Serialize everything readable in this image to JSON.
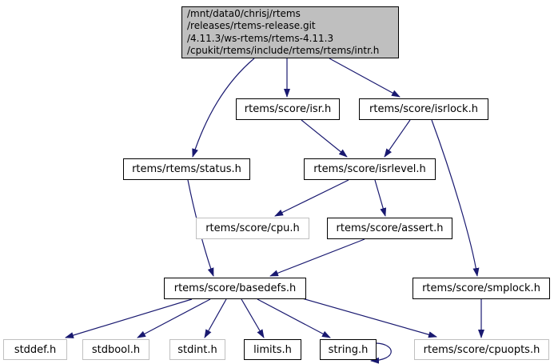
{
  "diagram": {
    "kind": "doxygen-include-dependency-graph",
    "root_file": "intr.h"
  },
  "colors": {
    "edge": "#191970",
    "root-fill": "#bfbfbf",
    "node-fill": "#ffffff",
    "border-documented": "#000000",
    "border-external": "#c0c0c0",
    "text": "#000000"
  },
  "nodes": [
    {
      "id": "intr",
      "label": "/mnt/data0/chrisj/rtems\n/releases/rtems-release.git\n/4.11.3/ws-rtems/rtems-4.11.3\n/cpukit/rtems/include/rtems/rtems/intr.h",
      "kind": "root"
    },
    {
      "id": "isr",
      "label": "rtems/score/isr.h",
      "kind": "documented"
    },
    {
      "id": "isrlock",
      "label": "rtems/score/isrlock.h",
      "kind": "documented"
    },
    {
      "id": "status",
      "label": "rtems/rtems/status.h",
      "kind": "documented"
    },
    {
      "id": "isrlevel",
      "label": "rtems/score/isrlevel.h",
      "kind": "documented"
    },
    {
      "id": "cpu",
      "label": "rtems/score/cpu.h",
      "kind": "external"
    },
    {
      "id": "assert",
      "label": "rtems/score/assert.h",
      "kind": "documented"
    },
    {
      "id": "basedefs",
      "label": "rtems/score/basedefs.h",
      "kind": "documented"
    },
    {
      "id": "smplock",
      "label": "rtems/score/smplock.h",
      "kind": "documented"
    },
    {
      "id": "stddef",
      "label": "stddef.h",
      "kind": "external"
    },
    {
      "id": "stdbool",
      "label": "stdbool.h",
      "kind": "external"
    },
    {
      "id": "stdint",
      "label": "stdint.h",
      "kind": "external"
    },
    {
      "id": "limits",
      "label": "limits.h",
      "kind": "documented"
    },
    {
      "id": "string",
      "label": "string.h",
      "kind": "documented"
    },
    {
      "id": "cpuopts",
      "label": "rtems/score/cpuopts.h",
      "kind": "external"
    }
  ],
  "edges": [
    {
      "from": "intr",
      "to": "isr"
    },
    {
      "from": "intr",
      "to": "isrlock"
    },
    {
      "from": "intr",
      "to": "status"
    },
    {
      "from": "isr",
      "to": "isrlevel"
    },
    {
      "from": "isrlock",
      "to": "isrlevel"
    },
    {
      "from": "isrlock",
      "to": "smplock"
    },
    {
      "from": "status",
      "to": "basedefs"
    },
    {
      "from": "isrlevel",
      "to": "cpu"
    },
    {
      "from": "isrlevel",
      "to": "assert"
    },
    {
      "from": "assert",
      "to": "basedefs"
    },
    {
      "from": "basedefs",
      "to": "stddef"
    },
    {
      "from": "basedefs",
      "to": "stdbool"
    },
    {
      "from": "basedefs",
      "to": "stdint"
    },
    {
      "from": "basedefs",
      "to": "limits"
    },
    {
      "from": "basedefs",
      "to": "string"
    },
    {
      "from": "basedefs",
      "to": "cpuopts"
    },
    {
      "from": "smplock",
      "to": "cpuopts"
    },
    {
      "from": "string",
      "to": "string"
    }
  ]
}
